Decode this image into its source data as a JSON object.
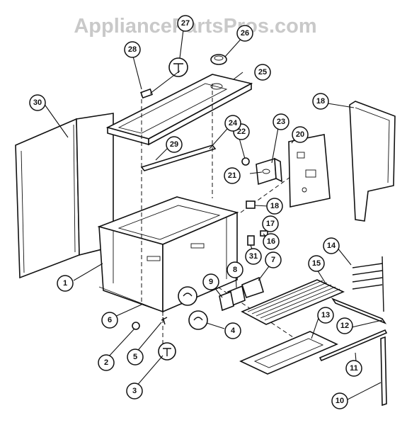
{
  "watermark": "AppliancePartsPros.com",
  "callouts": [
    {
      "label": "1"
    },
    {
      "label": "2"
    },
    {
      "label": "3"
    },
    {
      "label": "4"
    },
    {
      "label": "5"
    },
    {
      "label": "6"
    },
    {
      "label": "7"
    },
    {
      "label": "8"
    },
    {
      "label": "9"
    },
    {
      "label": "10"
    },
    {
      "label": "11"
    },
    {
      "label": "12"
    },
    {
      "label": "13"
    },
    {
      "label": "14"
    },
    {
      "label": "15"
    },
    {
      "label": "16"
    },
    {
      "label": "17"
    },
    {
      "label": "18"
    },
    {
      "label": "18"
    },
    {
      "label": "20"
    },
    {
      "label": "21"
    },
    {
      "label": "22"
    },
    {
      "label": "23"
    },
    {
      "label": "24"
    },
    {
      "label": "25"
    },
    {
      "label": "26"
    },
    {
      "label": "27"
    },
    {
      "label": "28"
    },
    {
      "label": "29"
    },
    {
      "label": "30"
    },
    {
      "label": "31"
    }
  ]
}
